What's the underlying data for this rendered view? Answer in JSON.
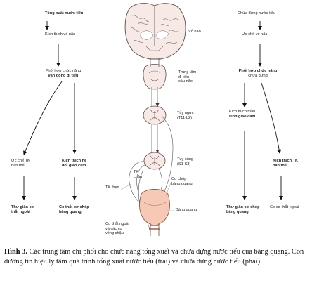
{
  "left": {
    "heading": "Tống xuất nước tiểu",
    "cortex_stim": "Kích thích vỏ não",
    "coord_1": "Phối hợp chức năng",
    "coord_2": "vận động đi tiểu",
    "tk_inhibit_1": "Ức chế TK",
    "tk_inhibit_2": "bản thể",
    "para_stim_1": "Kích thích hệ",
    "para_stim_2": "đối giao cảm",
    "relax_1": "Thư giãn cơ",
    "relax_2": "thắt ngoài",
    "contract_1": "Co thắt cơ chóp",
    "contract_2": "bàng quang"
  },
  "right": {
    "heading": "Chứa đựng nước tiểu",
    "cortex_inhibit": "Ức chế vỏ não",
    "coord_1": "Phối hợp chức năng",
    "coord_2": "chứa đựng",
    "symp_1": "Kích thích thần",
    "symp_2": "kinh giao cảm",
    "tk_stim_1": "Kích thích TK",
    "tk_stim_2": "bản thể",
    "relax_1": "Thư giãn cơ chóp",
    "relax_2": "bàng quang",
    "contract": "Co cơ thắt ngoài"
  },
  "center": {
    "cortex": "Vỏ não",
    "pons_1": "Trung tâm",
    "pons_2": "đi tiểu",
    "pons_3": "cầu não",
    "thoracic_1": "Tủy ngực",
    "thoracic_2": "(T11-L2)",
    "sacral_1": "Tủy cùng",
    "sacral_2": "(S1-S3)",
    "pelvic_1": "TK",
    "pelvic_2": "chậu",
    "hypogastric": "TK thẹn",
    "detrusor_1": "Cơ chóp",
    "detrusor_2": "bàng quang",
    "bladder": "Bàng quang",
    "sphincter_1": "Cơ thắt ngoài",
    "sphincter_2": "và các cơ",
    "sphincter_3": "vòng chậu"
  },
  "caption": {
    "label": "Hình 3.",
    "text": "Các trung tâm chi phối cho chức năng tống xuất và chứa đựng nước tiểu của bàng quang. Con đường tín hiệu ly tâm quá trình tống xuất nước tiểu (trái) và chứa đựng nước tiểu (phải)."
  }
}
